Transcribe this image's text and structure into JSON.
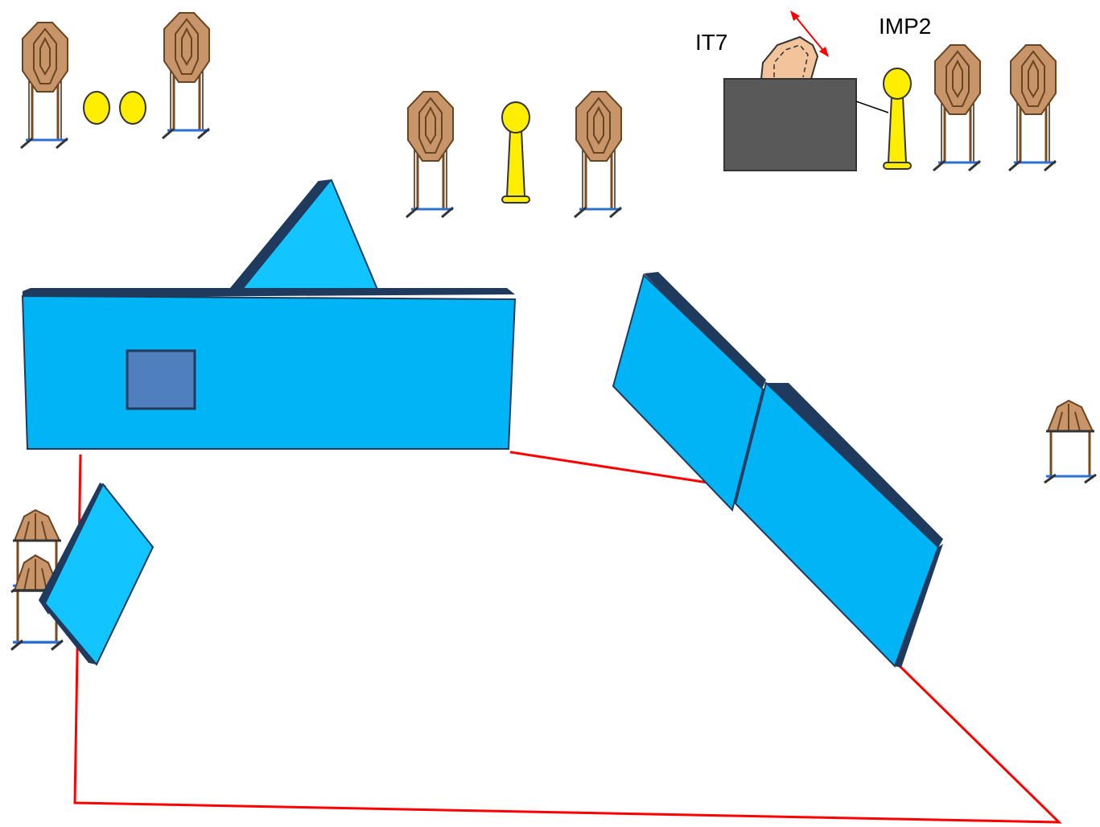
{
  "labels": {
    "moving_target": "IT7",
    "popper": "IMP2"
  },
  "colors": {
    "wall": "#00b4f5",
    "wall_edge": "#1f3a5c",
    "window": "#4f7fbf",
    "target": "#c8956a",
    "target_line": "#6b4420",
    "popper": "#ffee00",
    "no_shoot": "#f3c39c",
    "box": "#595959",
    "fault_line": "#ff0000",
    "arrow": "#ff0000",
    "stand": "#7a4a1f",
    "stand_base": "#2e6fd0"
  },
  "icons": {
    "target": "ipsc-paper-target",
    "popper": "steel-popper",
    "plate": "steel-plate",
    "no_shoot": "no-shoot-target",
    "arrow": "movement-arrow"
  }
}
